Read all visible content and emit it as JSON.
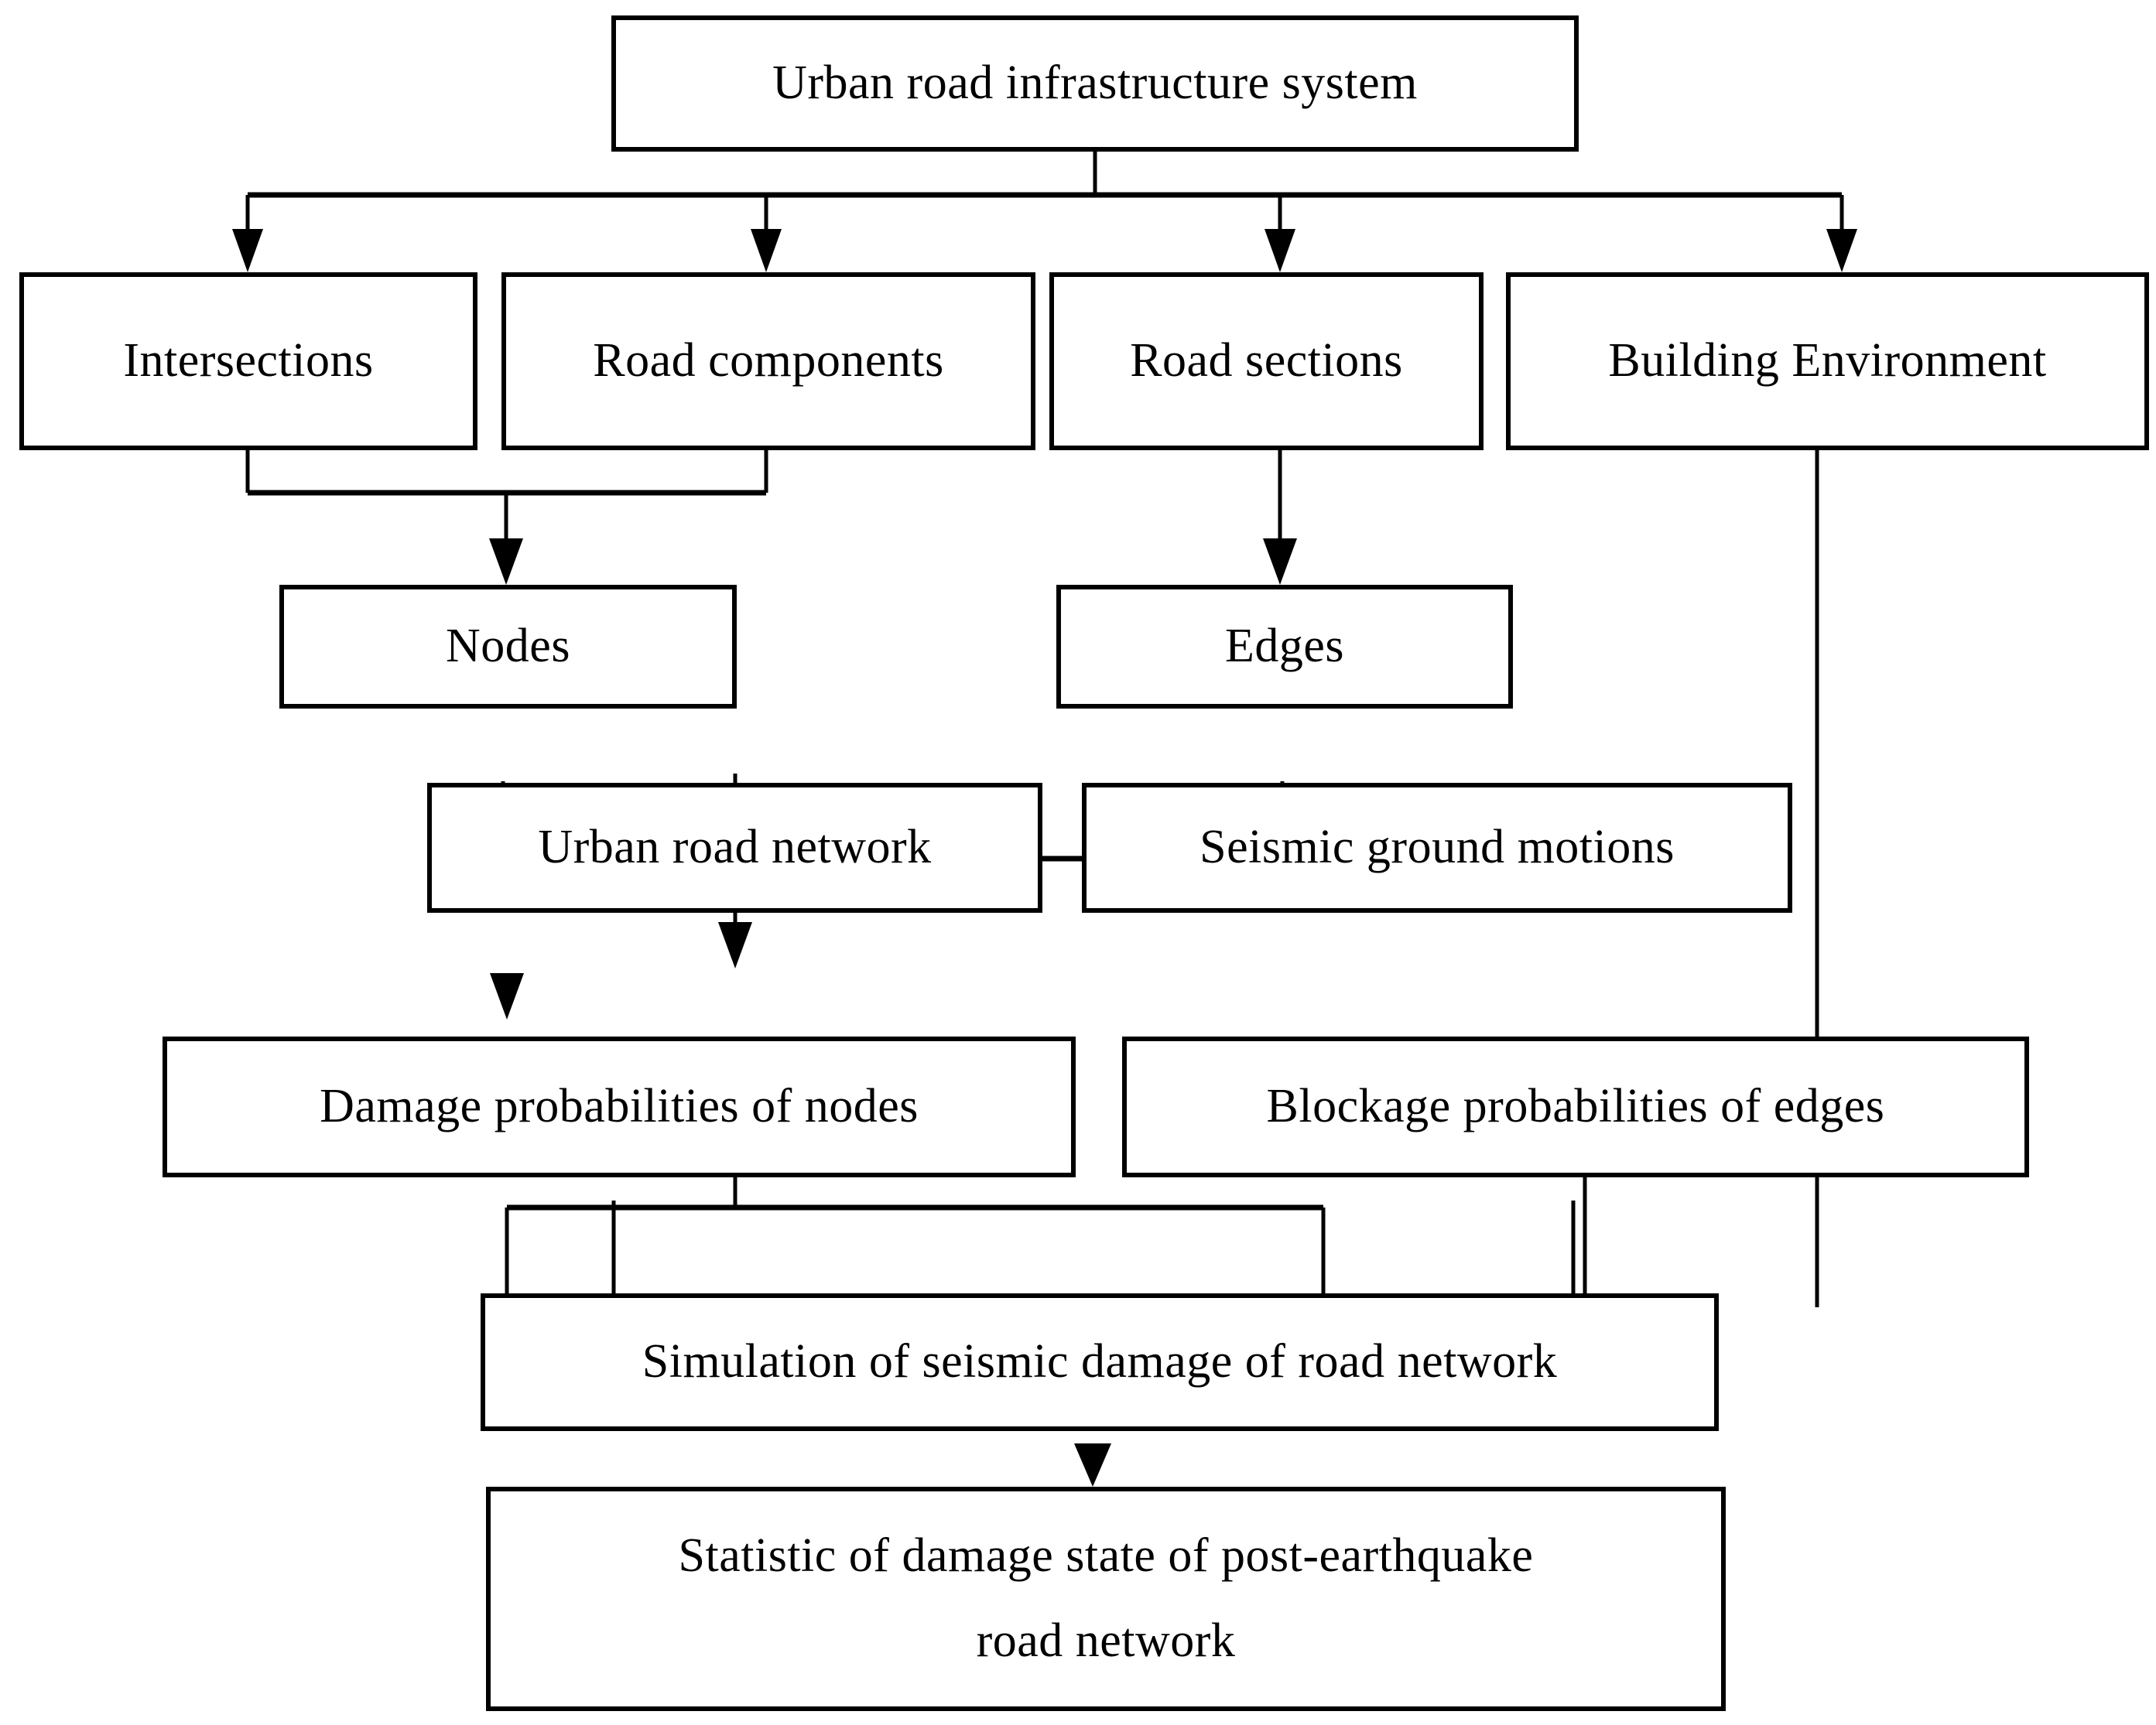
{
  "diagram": {
    "type": "flowchart",
    "title_node": "Urban road infrastructure system",
    "orientation": "top-down",
    "background_color": "#ffffff",
    "line_color": "#000000",
    "box_border_color": "#000000",
    "nodes": [
      {
        "id": "urban-road-infrastructure-system",
        "label": "Urban road infrastructure system",
        "level": 1
      },
      {
        "id": "intersections",
        "label": "Intersections",
        "level": 2
      },
      {
        "id": "road-components",
        "label": "Road components",
        "level": 2
      },
      {
        "id": "road-sections",
        "label": "Road sections",
        "level": 2
      },
      {
        "id": "building-environment",
        "label": "Building Environment",
        "level": 2
      },
      {
        "id": "nodes",
        "label": "Nodes",
        "level": 3
      },
      {
        "id": "edges",
        "label": "Edges",
        "level": 3
      },
      {
        "id": "urban-road-network",
        "label": "Urban road network",
        "level": 4
      },
      {
        "id": "seismic-ground-motions",
        "label": "Seismic ground motions",
        "level": 4
      },
      {
        "id": "damage-probabilities-of-nodes",
        "label": "Damage probabilities of nodes",
        "level": 5
      },
      {
        "id": "blockage-probabilities-of-edges",
        "label": "Blockage probabilities of edges",
        "level": 5
      },
      {
        "id": "simulation-of-seismic-damage",
        "label": "Simulation of seismic damage of road network",
        "level": 6
      },
      {
        "id": "statistic-of-damage-state",
        "label_line1": "Statistic of damage state of post-earthquake",
        "label_line2": "road network",
        "level": 7
      }
    ],
    "edges": [
      {
        "from": "urban-road-infrastructure-system",
        "to": "intersections"
      },
      {
        "from": "urban-road-infrastructure-system",
        "to": "road-components"
      },
      {
        "from": "urban-road-infrastructure-system",
        "to": "road-sections"
      },
      {
        "from": "urban-road-infrastructure-system",
        "to": "building-environment"
      },
      {
        "from": "intersections",
        "to": "nodes"
      },
      {
        "from": "road-components",
        "to": "nodes"
      },
      {
        "from": "road-sections",
        "to": "edges"
      },
      {
        "from": "nodes",
        "to": "urban-road-network"
      },
      {
        "from": "edges",
        "to": "urban-road-network"
      },
      {
        "from": "urban-road-network",
        "to": "damage-probabilities-of-nodes"
      },
      {
        "from": "urban-road-network",
        "to": "blockage-probabilities-of-edges"
      },
      {
        "from": "seismic-ground-motions",
        "to": "blockage-probabilities-of-edges"
      },
      {
        "from": "building-environment",
        "to": "blockage-probabilities-of-edges"
      },
      {
        "from": "damage-probabilities-of-nodes",
        "to": "simulation-of-seismic-damage"
      },
      {
        "from": "blockage-probabilities-of-edges",
        "to": "simulation-of-seismic-damage"
      },
      {
        "from": "simulation-of-seismic-damage",
        "to": "statistic-of-damage-state"
      }
    ]
  }
}
